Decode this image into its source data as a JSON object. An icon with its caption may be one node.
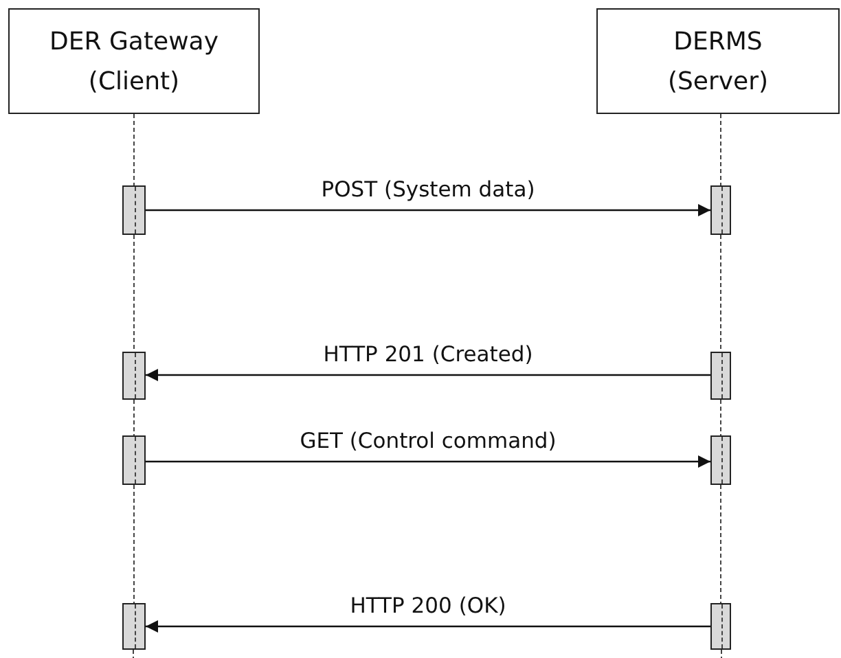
{
  "diagram": {
    "nodes": [
      {
        "text": [
          "DER Gateway (Client)"
        ]
      },
      {
        "text": [
          "DERMS (Server)"
        ]
      },
      {
        "text": [],
        "shape": "bar"
      },
      {
        "text": [],
        "shape": "bar"
      },
      {
        "text": [],
        "shape": "bar"
      },
      {
        "text": [],
        "shape": "bar"
      },
      {
        "text": [],
        "shape": "bar"
      },
      {
        "text": [],
        "shape": "bar"
      },
      {
        "text": [],
        "shape": "bar"
      },
      {
        "text": [],
        "shape": "bar"
      }
    ],
    "edges": [
      {
        "from": 2,
        "to": 3,
        "arrow": "to",
        "label": "POST (System data)"
      },
      {
        "from": 5,
        "to": 4,
        "arrow": "to",
        "label": "HTTP 201 (Created)"
      },
      {
        "from": 6,
        "to": 7,
        "arrow": "to",
        "label": "GET (Control command)"
      },
      {
        "from": 9,
        "to": 8,
        "arrow": "to",
        "label": "HTTP 200 (OK)"
      },
      {
        "from": 0,
        "to": 2,
        "arrow": "none",
        "style": "dashed"
      },
      {
        "from": 2,
        "to": 4,
        "arrow": "none",
        "style": "dashed"
      },
      {
        "from": 4,
        "to": 6,
        "arrow": "none",
        "style": "dashed"
      },
      {
        "from": 6,
        "to": 8,
        "arrow": "none",
        "style": "dashed"
      },
      {
        "from": 1,
        "to": 3,
        "arrow": "none",
        "style": "dashed"
      },
      {
        "from": 3,
        "to": 5,
        "arrow": "none",
        "style": "dashed"
      },
      {
        "from": 5,
        "to": 7,
        "arrow": "none",
        "style": "dashed"
      },
      {
        "from": 7,
        "to": 9,
        "arrow": "none",
        "style": "dashed"
      }
    ]
  }
}
